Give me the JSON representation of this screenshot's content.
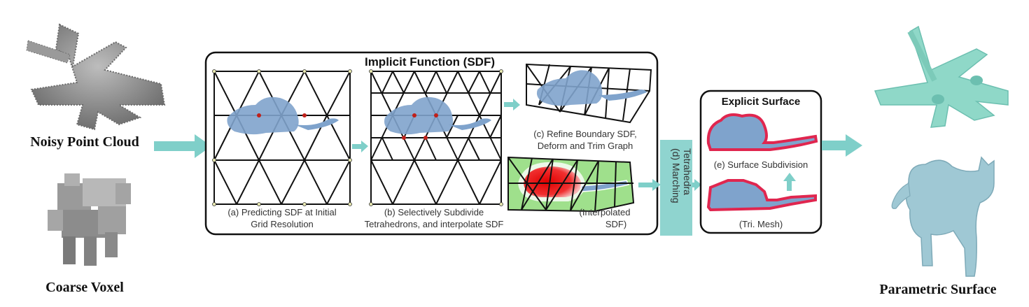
{
  "inputs": {
    "noisy_point_cloud": "Noisy Point Cloud",
    "coarse_voxel": "Coarse Voxel"
  },
  "output": {
    "parametric_surface": "Parametric Surface"
  },
  "implicit_panel": {
    "title": "Implicit Function (SDF)",
    "step_a_line1": "(a) Predicting SDF at Initial",
    "step_a_line2": "Grid Resolution",
    "step_b_line1": "(b) Selectively Subdivide",
    "step_b_line2": "Tetrahedrons, and interpolate SDF",
    "step_c_line1": "(c) Refine Boundary SDF,",
    "step_c_line2": "Deform and Trim Graph",
    "interp_line1": "(Interpolated",
    "interp_line2": "SDF)"
  },
  "marching": {
    "line1": "(d) Marching",
    "line2": "Tetrahedra"
  },
  "explicit_panel": {
    "title": "Explicit Surface",
    "step_e": "(e) Surface Subdivision",
    "tri_mesh": "(Tri. Mesh)"
  },
  "colors": {
    "arrow": "#7fcfc9",
    "marching_box": "#8fd4cf",
    "mouse_fill": "#7fa3cc",
    "mesh_outline": "#e0264f",
    "sdf_green": "#9fe08c",
    "sdf_red": "#e01010",
    "output_model": "#8fd8c8",
    "cat_model": "#9fc8d4"
  }
}
